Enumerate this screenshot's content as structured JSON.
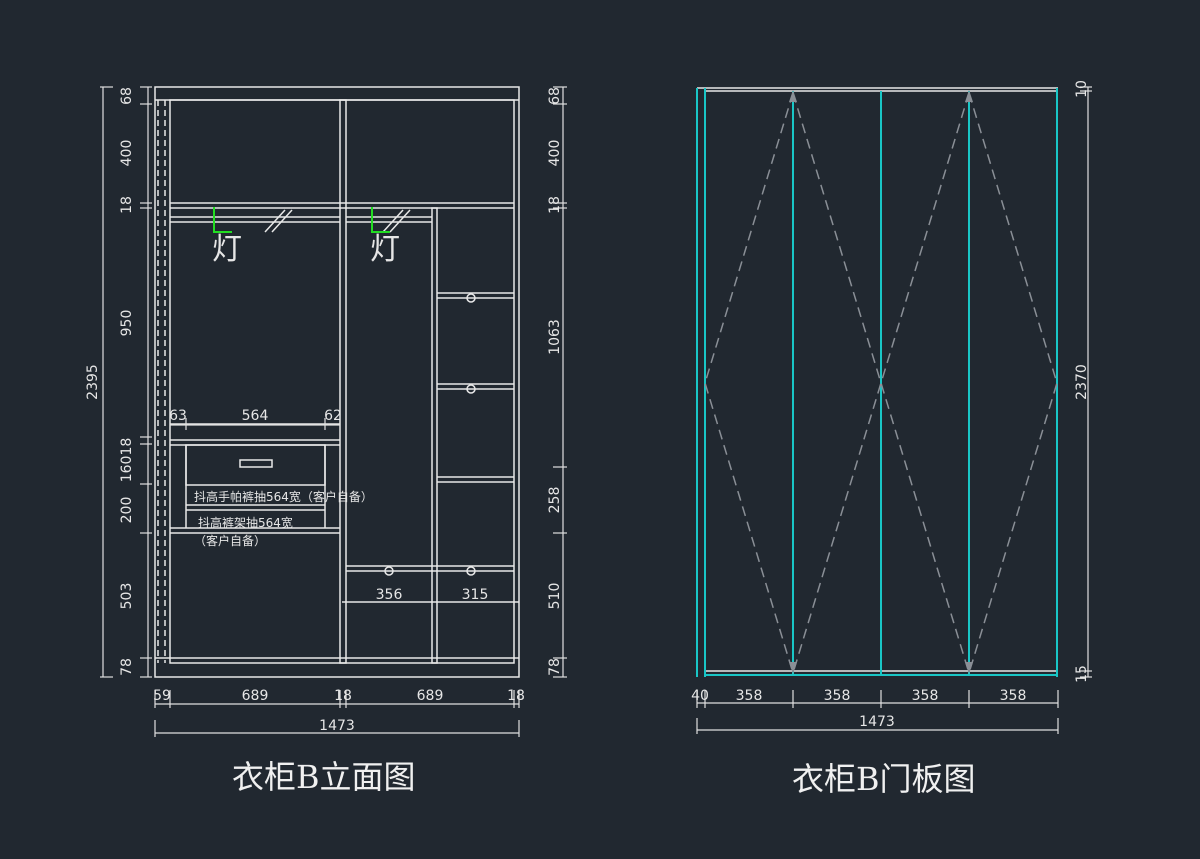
{
  "colors": {
    "background": "#212830",
    "line": "#e8e8e8",
    "dim": "#e0e0e0",
    "door": "#19c6c6",
    "hinge": "#8a8f96",
    "light_marker": "#22dd22"
  },
  "elevation": {
    "title": "衣柜B立面图",
    "light_label": "灯",
    "left_dims": [
      "68",
      "400",
      "18",
      "950",
      "16018",
      "200",
      "503",
      "78"
    ],
    "total_height": "2395",
    "right_dims": [
      "68",
      "400",
      "18",
      "1063",
      "258",
      "510",
      "78"
    ],
    "bottom_dims": [
      "59",
      "689",
      "18",
      "689",
      "18"
    ],
    "total_width": "1473",
    "drawer_dims": [
      "63",
      "564",
      "62"
    ],
    "note_1": "抖高手帕裤抽564宽（客户自备）",
    "note_2": "抖高裤架抽564宽",
    "note_3": "（客户自备）",
    "lower_dims": [
      "356",
      "315"
    ]
  },
  "door": {
    "title": "衣柜B门板图",
    "total_height": "2370",
    "top_dim": "10",
    "bottom_dim": "15",
    "bottom_dims": [
      "40",
      "358",
      "358",
      "358",
      "358"
    ],
    "total_width": "1473"
  }
}
